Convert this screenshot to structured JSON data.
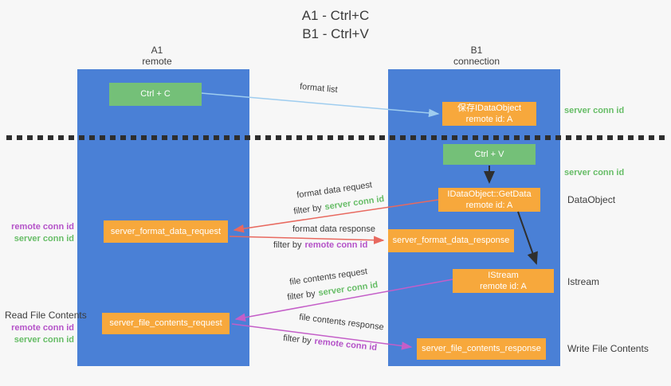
{
  "title": {
    "line1": "A1 - Ctrl+C",
    "line2": "B1 - Ctrl+V"
  },
  "lanes": {
    "a1": {
      "name": "A1",
      "role": "remote"
    },
    "b1": {
      "name": "B1",
      "role": "connection"
    }
  },
  "nodes": {
    "ctrl_c": {
      "label": "Ctrl + C"
    },
    "ctrl_v": {
      "label": "Ctrl + V"
    },
    "save_idataobject": {
      "line1": "保存IDataObject",
      "line2": "remote id: A"
    },
    "getdata": {
      "line1": "IDataObject::GetData",
      "line2": "remote id: A"
    },
    "istream": {
      "line1": "IStream",
      "line2": "remote id: A"
    },
    "server_format_data_request": {
      "label": "server_format_data_request"
    },
    "server_format_data_response": {
      "label": "server_format_data_response"
    },
    "server_file_contents_request": {
      "label": "server_file_contents_request"
    },
    "server_file_contents_response": {
      "label": "server_file_contents_response"
    }
  },
  "arrows": {
    "format_list": {
      "label": "format list"
    },
    "format_data_request": {
      "label": "format data request",
      "filter_prefix": "filter by",
      "filter_key": "server conn id"
    },
    "format_data_response": {
      "label": "format data response",
      "filter_prefix": "filter by",
      "filter_key": "remote conn id"
    },
    "file_contents_request": {
      "label": "file contents request",
      "filter_prefix": "filter by",
      "filter_key": "server conn id"
    },
    "file_contents_response": {
      "label": "file contents response",
      "filter_prefix": "filter by",
      "filter_key": "remote conn id"
    }
  },
  "annotations": {
    "right_server_conn_id_1": "server conn id",
    "right_server_conn_id_2": "server conn id",
    "right_dataobject": "DataObject",
    "right_istream": "Istream",
    "right_write_file_contents": "Write File Contents",
    "left_remote_conn_id_1": "remote conn id",
    "left_server_conn_id_1": "server conn id",
    "left_read_file_contents": "Read File Contents",
    "left_remote_conn_id_2": "remote conn id",
    "left_server_conn_id_2": "server conn id"
  },
  "colors": {
    "lane_blue": "#4a80d6",
    "node_green": "#74c078",
    "node_orange": "#f7a83c",
    "arrow_red": "#e8695f",
    "arrow_magenta": "#c45ec8",
    "arrow_lightblue": "#9fcdef",
    "arrow_black": "#2f2f2f",
    "text_green": "#67bd67",
    "text_purple": "#b452c8"
  }
}
